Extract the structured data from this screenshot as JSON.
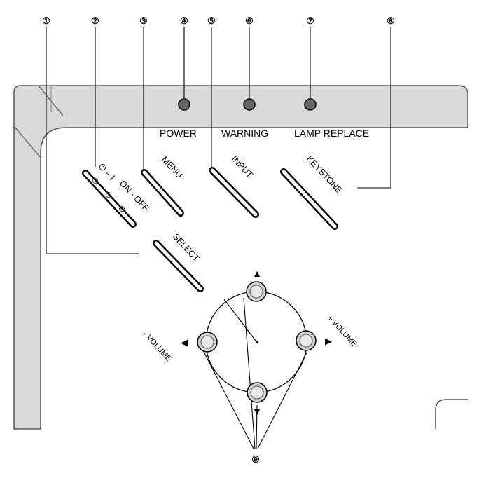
{
  "callouts": {
    "c1": "①",
    "c2": "②",
    "c3": "③",
    "c4": "④",
    "c5": "⑤",
    "c6": "⑥",
    "c7": "⑦",
    "c8": "⑧",
    "c9": "⑨"
  },
  "indicators": {
    "power": "POWER",
    "warning": "WARNING",
    "lamp_replace": "LAMP REPLACE"
  },
  "buttons": {
    "on_off": "ON - OFF",
    "on_off_symbol": "⏻ – I",
    "menu": "MENU",
    "input": "INPUT",
    "keystone": "KEYSTONE",
    "select": "SELECT"
  },
  "dpad": {
    "up_arrow": "▲",
    "down_arrow": "▼",
    "left_arrow": "◀",
    "right_arrow": "▶",
    "volume_minus": "- VOLUME",
    "volume_plus": "+ VOLUME"
  },
  "colors": {
    "panel_gray": "#d9d9d9",
    "led_fill": "#666666",
    "button_fill": "#cfcfcf"
  }
}
